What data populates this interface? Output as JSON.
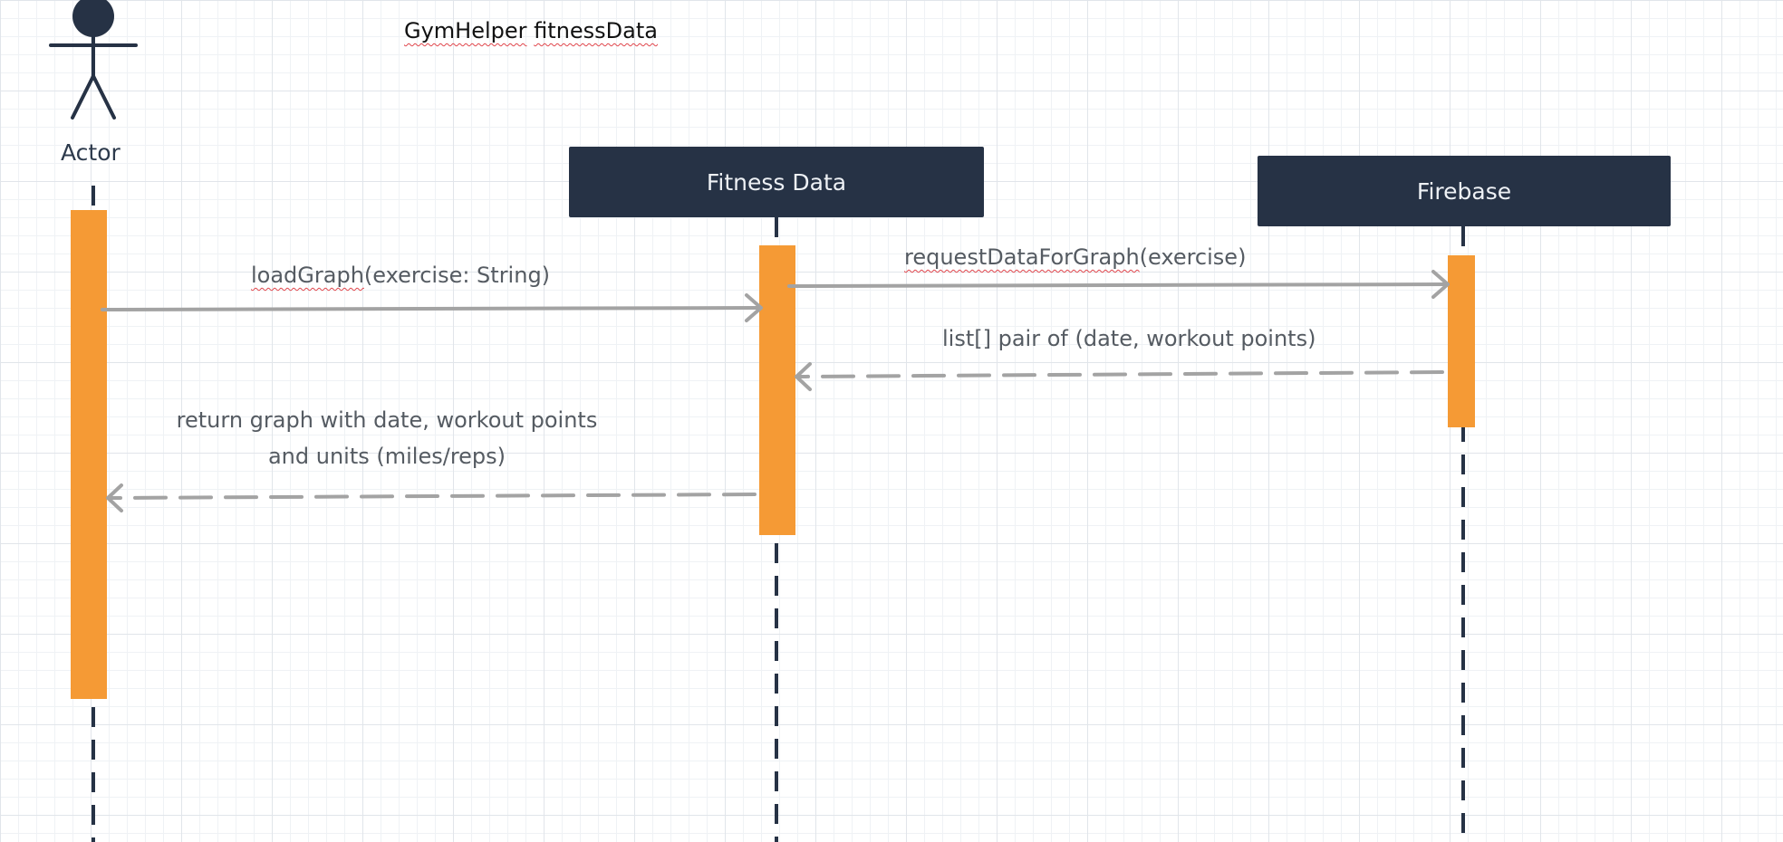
{
  "diagram": {
    "title_part1": "GymHelper",
    "title_part2": "fitnessData",
    "actor": {
      "label": "Actor"
    },
    "lifelines": [
      {
        "label": "Fitness Data"
      },
      {
        "label": "Firebase"
      }
    ],
    "messages": [
      {
        "method": "loadGraph",
        "args": "(exercise: String)",
        "kind": "call"
      },
      {
        "method": "requestDataForGraph",
        "args": "(exercise)",
        "kind": "call"
      },
      {
        "text": "list[] pair of (date, workout points)",
        "kind": "return"
      },
      {
        "line1": "return graph with date, workout points",
        "line2": "and units (miles/reps)",
        "kind": "return"
      }
    ],
    "colors": {
      "header_fill": "#263245",
      "activation_fill": "#f59a35",
      "arrow": "#a3a3a3",
      "lifeline": "#263245"
    }
  }
}
